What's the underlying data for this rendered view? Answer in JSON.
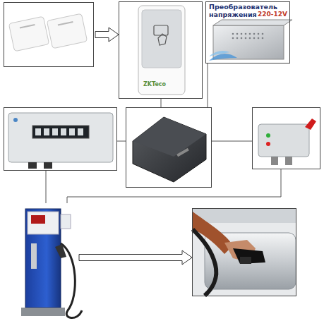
{
  "diagram": {
    "nodes": [
      {
        "text": []
      },
      {
        "text": [
          "ZKTeco"
        ]
      },
      {
        "text": [
          "Преобразователь напряжения",
          "220-12V"
        ]
      },
      {
        "text": []
      },
      {
        "text": []
      },
      {
        "text": []
      },
      {
        "text": []
      },
      {
        "text": []
      }
    ],
    "edges": [
      {
        "from": 0,
        "to": 1,
        "arrow": "to"
      },
      {
        "from": 1,
        "to": 4,
        "arrow": "none"
      },
      {
        "from": 2,
        "to": 4,
        "arrow": "none"
      },
      {
        "from": 3,
        "to": 4,
        "arrow": "none"
      },
      {
        "from": 4,
        "to": 5,
        "arrow": "none"
      },
      {
        "from": 3,
        "to": 6,
        "arrow": "none"
      },
      {
        "from": 5,
        "to": 6,
        "arrow": "none"
      },
      {
        "from": 6,
        "to": 7,
        "arrow": "to"
      }
    ]
  }
}
